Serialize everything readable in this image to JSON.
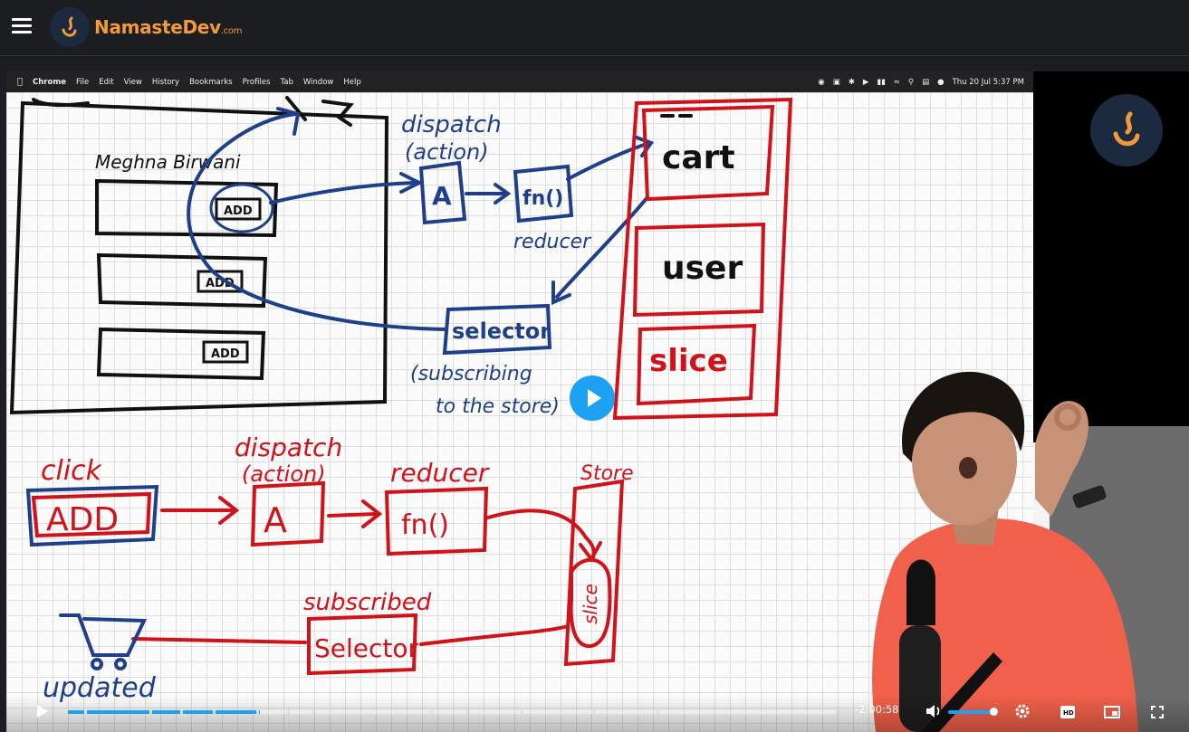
{
  "site": {
    "name": "NamasteDev",
    "domain_suffix": ".com",
    "brand_color": "#f29a38"
  },
  "macos_menubar": {
    "apple_icon": "apple-icon",
    "app_name": "Chrome",
    "menu_items": [
      "File",
      "Edit",
      "View",
      "History",
      "Bookmarks",
      "Profiles",
      "Tab",
      "Window",
      "Help"
    ],
    "clock": "Thu 20 Jul  5:37 PM"
  },
  "whiteboard": {
    "top": {
      "user_name": "Meghna Birwani",
      "button_labels": [
        "ADD",
        "ADD",
        "ADD"
      ],
      "dispatch_label": "dispatch",
      "action_label": "(action)",
      "action_box": "A",
      "reducer_box": "fn()",
      "reducer_label": "reducer",
      "selector_box": "selector",
      "subscribing_note": "(subscribing",
      "subscribing_note_2": "to the store)",
      "store_slices": [
        "cart",
        "user",
        "slice"
      ]
    },
    "bottom": {
      "click_label": "click",
      "add_box": "ADD",
      "dispatch_label": "dispatch",
      "action_label": "(action)",
      "action_box": "A",
      "reducer_label": "reducer",
      "reducer_box": "fn()",
      "store_label": "Store",
      "slice_label": "slice",
      "subscribed_label": "subscribed",
      "selector_box": "Selector",
      "updated_label": "updated"
    },
    "ink_colors": {
      "blue": "#1f3f8a",
      "red": "#d0121b",
      "black": "#111111"
    }
  },
  "player": {
    "play_button": "play-icon",
    "time_remaining": "-2:00:58",
    "progress_fraction": 0.25,
    "volume_fraction": 0.95,
    "accent_color": "#1da1f2",
    "controls": [
      "volume-icon",
      "settings-icon",
      "hd-icon",
      "picture-in-picture-icon",
      "fullscreen-icon"
    ]
  }
}
